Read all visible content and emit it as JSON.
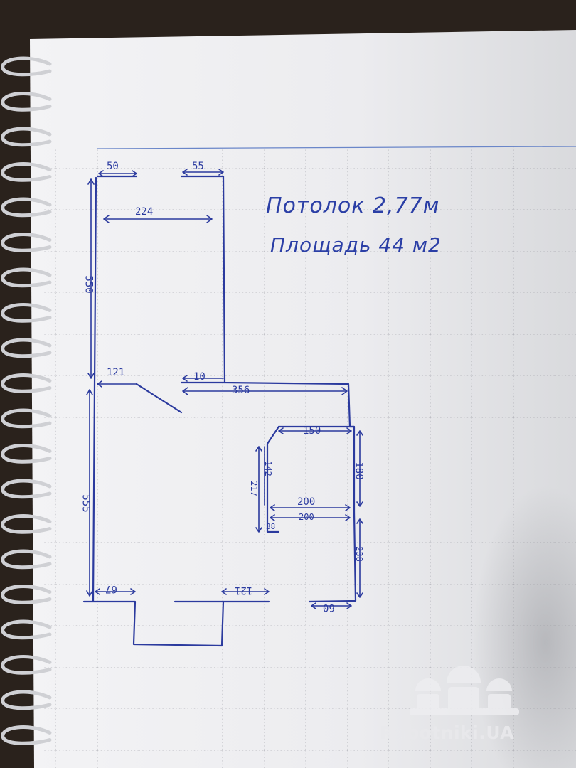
{
  "notes": {
    "ceiling": "Потолок 2,77м",
    "area": "Площадь 44 м2"
  },
  "dimensions": {
    "d50": "50",
    "d55": "55",
    "d224": "224",
    "d550": "550",
    "d121_top": "121",
    "d10": "10",
    "d356": "356",
    "d150": "150",
    "d180": "180",
    "d142": "142",
    "d217": "217",
    "d200_a": "200",
    "d200_b": "200",
    "d38": "38",
    "d555": "555",
    "d238": "238",
    "d67": "67",
    "d121_bottom": "121",
    "d60": "60"
  },
  "watermark": {
    "text": "Rabotniki.UA"
  }
}
